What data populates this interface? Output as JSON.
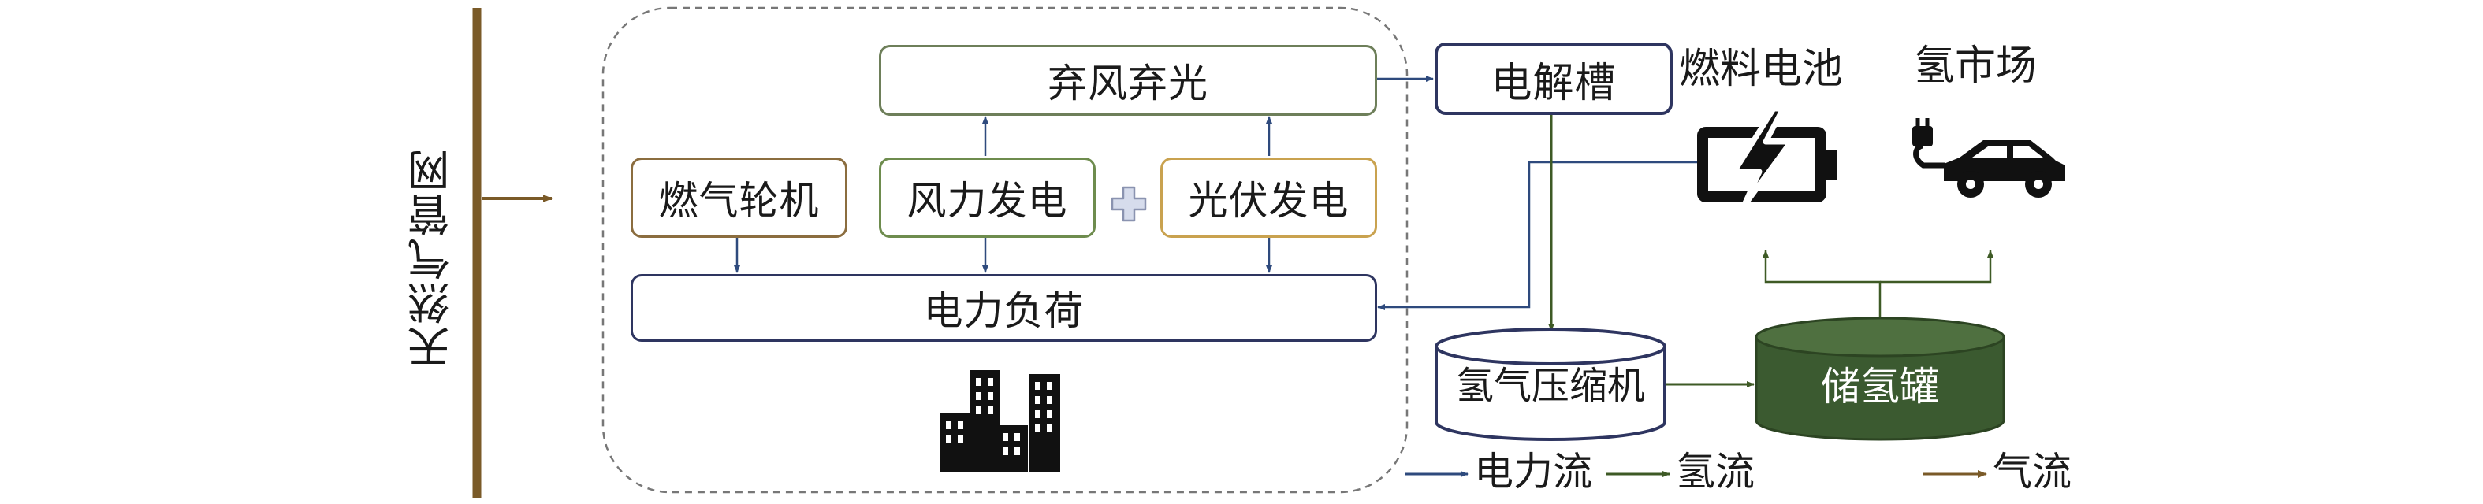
{
  "colors": {
    "electric": "#2e4a7d",
    "hydrogen": "#3e5a25",
    "gas": "#7a5a28",
    "gas_turbine_border": "#8b6d3f",
    "wind_border": "#6e8c4e",
    "pv_border": "#c9a24f",
    "tank_fill": "#3b5a30"
  },
  "pipeline": {
    "label": "天然气管网"
  },
  "blocks": {
    "curtailment": "弃风弃光",
    "gas_turbine": "燃气轮机",
    "wind": "风力发电",
    "pv": "光伏发电",
    "load": "电力负荷",
    "electrolyzer": "电解槽",
    "compressor": "氢气压缩机",
    "storage_tank": "储氢罐"
  },
  "labels": {
    "fuel_cell": "燃料电池",
    "hydrogen_market": "氢市场"
  },
  "icons": {
    "plus": "plus-icon",
    "buildings": "buildings-icon",
    "battery": "battery-charging-icon",
    "car": "electric-car-icon"
  },
  "legend": {
    "electric": "电力流",
    "hydrogen": "氢流",
    "gas": "气流"
  }
}
